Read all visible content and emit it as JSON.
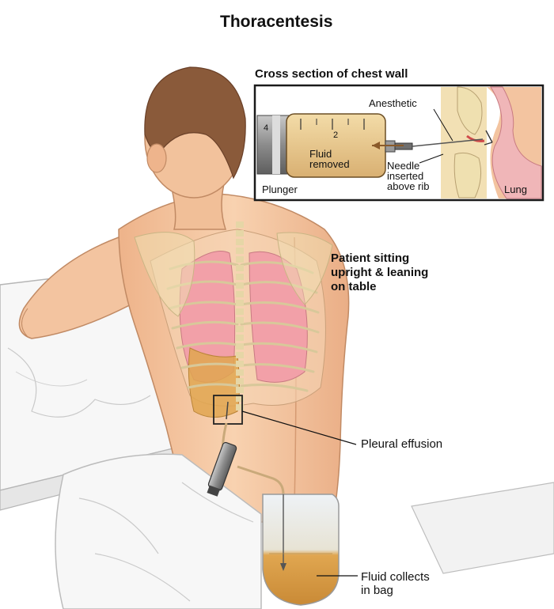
{
  "title": "Thoracentesis",
  "inset": {
    "heading": "Cross section of chest wall",
    "anesthetic": "Anesthetic",
    "fluid_removed": [
      "Fluid",
      "removed"
    ],
    "needle": [
      "Needle",
      "inserted",
      "above rib"
    ],
    "plunger": "Plunger",
    "lung": "Lung",
    "scale_4": "4",
    "scale_2": "2"
  },
  "patient_note": [
    "Patient sitting",
    "upright & leaning",
    "on table"
  ],
  "pleural_effusion": "Pleural effusion",
  "fluid_bag": [
    "Fluid collects",
    "in bag"
  ],
  "colors": {
    "skin": "#f6c9a4",
    "skin_shadow": "#e5a77d",
    "hair": "#8a5a3a",
    "lung_pink": "#f2a0a8",
    "fluid": "#d9a04a",
    "bone": "#efe2b4",
    "sheet": "#f4f4f4"
  }
}
